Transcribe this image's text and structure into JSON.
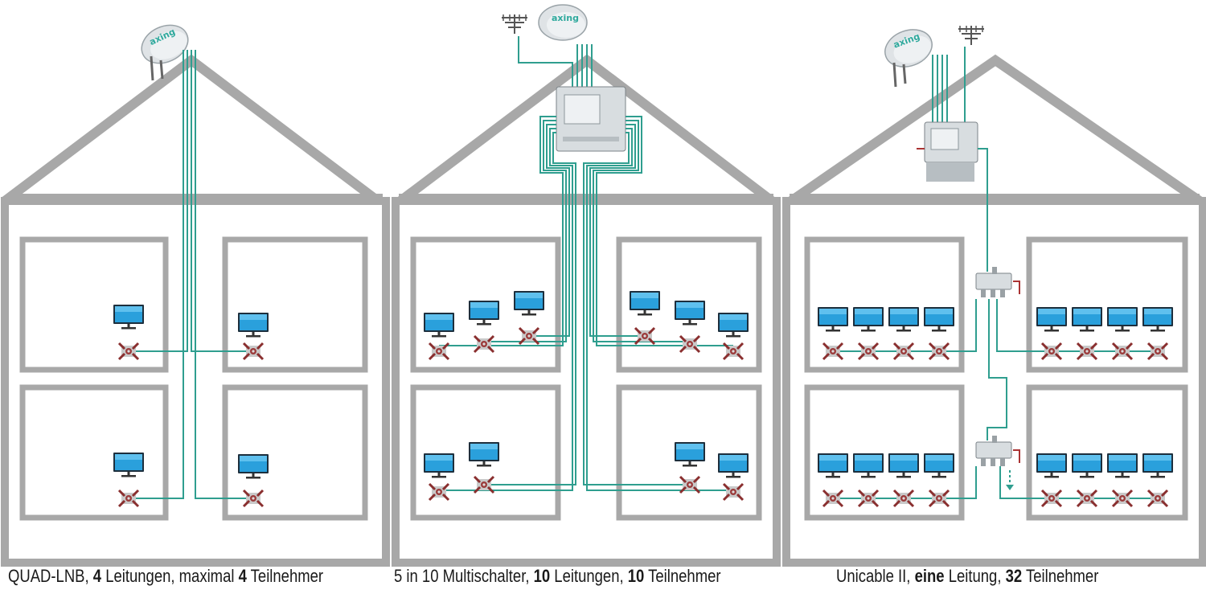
{
  "houses": [
    {
      "id": "quad-lnb",
      "dish_brand": "axing",
      "caption": {
        "part1": "QUAD-LNB, ",
        "count_lines": "4",
        "part2": " Leitungen, maximal ",
        "count_users": "4",
        "part3": " Teilnehmer"
      }
    },
    {
      "id": "multiswitch",
      "dish_brand": "axing",
      "caption": {
        "part1": "5 in 10 Multischalter, ",
        "count_lines": "10",
        "part2": " Leitungen, ",
        "count_users": "10",
        "part3": " Teilnehmer"
      }
    },
    {
      "id": "unicable",
      "dish_brand": "axing",
      "caption": {
        "part1": "Unicable II, ",
        "count_lines": "eine",
        "part2": " Leitung, ",
        "count_users": "32",
        "part3": " Teilnehmer"
      }
    }
  ],
  "colors": {
    "wall": "#a8a8a8",
    "cable": "#2f9e8f",
    "tv_screen": "#2aa0dc",
    "socket": "#9b3b3b",
    "device": "#d8dde0"
  }
}
